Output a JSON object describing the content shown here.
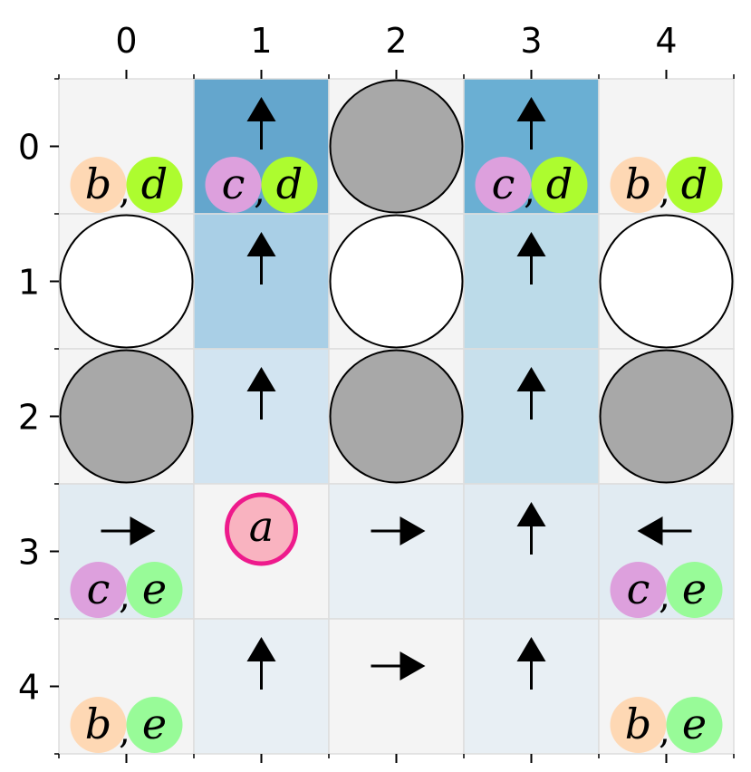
{
  "grid": {
    "cols": [
      0,
      1,
      2,
      3,
      4
    ],
    "rows": [
      0,
      1,
      2,
      3,
      4
    ],
    "col_labels": [
      "0",
      "1",
      "2",
      "3",
      "4"
    ],
    "row_labels": [
      "0",
      "1",
      "2",
      "3",
      "4"
    ],
    "colors": {
      "cell_default": "#f4f4f4",
      "grid_line": "#dddddd",
      "dark_blue": "#64a6cd",
      "dark_blue_2": "#6aafd3",
      "mid_blue": "#a9cfe6",
      "mid_blue_2": "#bcdbe9",
      "light_blue": "#d2e4f1",
      "light_blue_2": "#c8e0ec",
      "pale_blue": "#e1ebf2",
      "pale_blue_2": "#e8eff4",
      "circle_gray": "#a8a8a8",
      "circle_white": "#ffffff",
      "agent_fill": "#f9b3c0",
      "agent_stroke": "#ee1a8c",
      "peach": "#fed8b4",
      "lime": "#adfc2f",
      "orchid": "#dda0dd",
      "green": "#98fb98"
    },
    "cells": [
      {
        "row": 0,
        "col": 0,
        "fill": "cell_default"
      },
      {
        "row": 0,
        "col": 1,
        "fill": "dark_blue"
      },
      {
        "row": 0,
        "col": 2,
        "fill": "cell_default"
      },
      {
        "row": 0,
        "col": 3,
        "fill": "dark_blue_2"
      },
      {
        "row": 0,
        "col": 4,
        "fill": "cell_default"
      },
      {
        "row": 1,
        "col": 0,
        "fill": "cell_default"
      },
      {
        "row": 1,
        "col": 1,
        "fill": "mid_blue"
      },
      {
        "row": 1,
        "col": 2,
        "fill": "cell_default"
      },
      {
        "row": 1,
        "col": 3,
        "fill": "mid_blue_2"
      },
      {
        "row": 1,
        "col": 4,
        "fill": "cell_default"
      },
      {
        "row": 2,
        "col": 0,
        "fill": "cell_default"
      },
      {
        "row": 2,
        "col": 1,
        "fill": "light_blue"
      },
      {
        "row": 2,
        "col": 2,
        "fill": "cell_default"
      },
      {
        "row": 2,
        "col": 3,
        "fill": "light_blue_2"
      },
      {
        "row": 2,
        "col": 4,
        "fill": "cell_default"
      },
      {
        "row": 3,
        "col": 0,
        "fill": "pale_blue"
      },
      {
        "row": 3,
        "col": 1,
        "fill": "cell_default"
      },
      {
        "row": 3,
        "col": 2,
        "fill": "pale_blue_2"
      },
      {
        "row": 3,
        "col": 3,
        "fill": "pale_blue"
      },
      {
        "row": 3,
        "col": 4,
        "fill": "pale_blue"
      },
      {
        "row": 4,
        "col": 0,
        "fill": "cell_default"
      },
      {
        "row": 4,
        "col": 1,
        "fill": "pale_blue_2"
      },
      {
        "row": 4,
        "col": 2,
        "fill": "cell_default"
      },
      {
        "row": 4,
        "col": 3,
        "fill": "pale_blue_2"
      },
      {
        "row": 4,
        "col": 4,
        "fill": "cell_default"
      }
    ],
    "obstacles": [
      {
        "row": 0,
        "col": 2,
        "kind": "gray"
      },
      {
        "row": 1,
        "col": 0,
        "kind": "white"
      },
      {
        "row": 1,
        "col": 2,
        "kind": "white"
      },
      {
        "row": 1,
        "col": 4,
        "kind": "white"
      },
      {
        "row": 2,
        "col": 0,
        "kind": "gray"
      },
      {
        "row": 2,
        "col": 2,
        "kind": "gray"
      },
      {
        "row": 2,
        "col": 4,
        "kind": "gray"
      }
    ],
    "arrows": [
      {
        "row": 0,
        "col": 1,
        "dir": "up"
      },
      {
        "row": 0,
        "col": 3,
        "dir": "up"
      },
      {
        "row": 1,
        "col": 1,
        "dir": "up"
      },
      {
        "row": 1,
        "col": 3,
        "dir": "up"
      },
      {
        "row": 2,
        "col": 1,
        "dir": "up"
      },
      {
        "row": 2,
        "col": 3,
        "dir": "up"
      },
      {
        "row": 3,
        "col": 0,
        "dir": "right"
      },
      {
        "row": 3,
        "col": 2,
        "dir": "right"
      },
      {
        "row": 3,
        "col": 3,
        "dir": "up"
      },
      {
        "row": 3,
        "col": 4,
        "dir": "left"
      },
      {
        "row": 4,
        "col": 1,
        "dir": "up"
      },
      {
        "row": 4,
        "col": 2,
        "dir": "right"
      },
      {
        "row": 4,
        "col": 3,
        "dir": "up"
      }
    ],
    "agent": {
      "row": 3,
      "col": 1,
      "label": "a"
    },
    "tags": [
      {
        "row": 0,
        "col": 0,
        "left": "b",
        "right": "d",
        "left_color": "peach",
        "right_color": "lime"
      },
      {
        "row": 0,
        "col": 1,
        "left": "c",
        "right": "d",
        "left_color": "orchid",
        "right_color": "lime"
      },
      {
        "row": 0,
        "col": 3,
        "left": "c",
        "right": "d",
        "left_color": "orchid",
        "right_color": "lime"
      },
      {
        "row": 0,
        "col": 4,
        "left": "b",
        "right": "d",
        "left_color": "peach",
        "right_color": "lime"
      },
      {
        "row": 3,
        "col": 0,
        "left": "c",
        "right": "e",
        "left_color": "orchid",
        "right_color": "green"
      },
      {
        "row": 3,
        "col": 4,
        "left": "c",
        "right": "e",
        "left_color": "orchid",
        "right_color": "green"
      },
      {
        "row": 4,
        "col": 0,
        "left": "b",
        "right": "e",
        "left_color": "peach",
        "right_color": "green"
      },
      {
        "row": 4,
        "col": 4,
        "left": "b",
        "right": "e",
        "left_color": "peach",
        "right_color": "green"
      }
    ],
    "separator": ","
  }
}
